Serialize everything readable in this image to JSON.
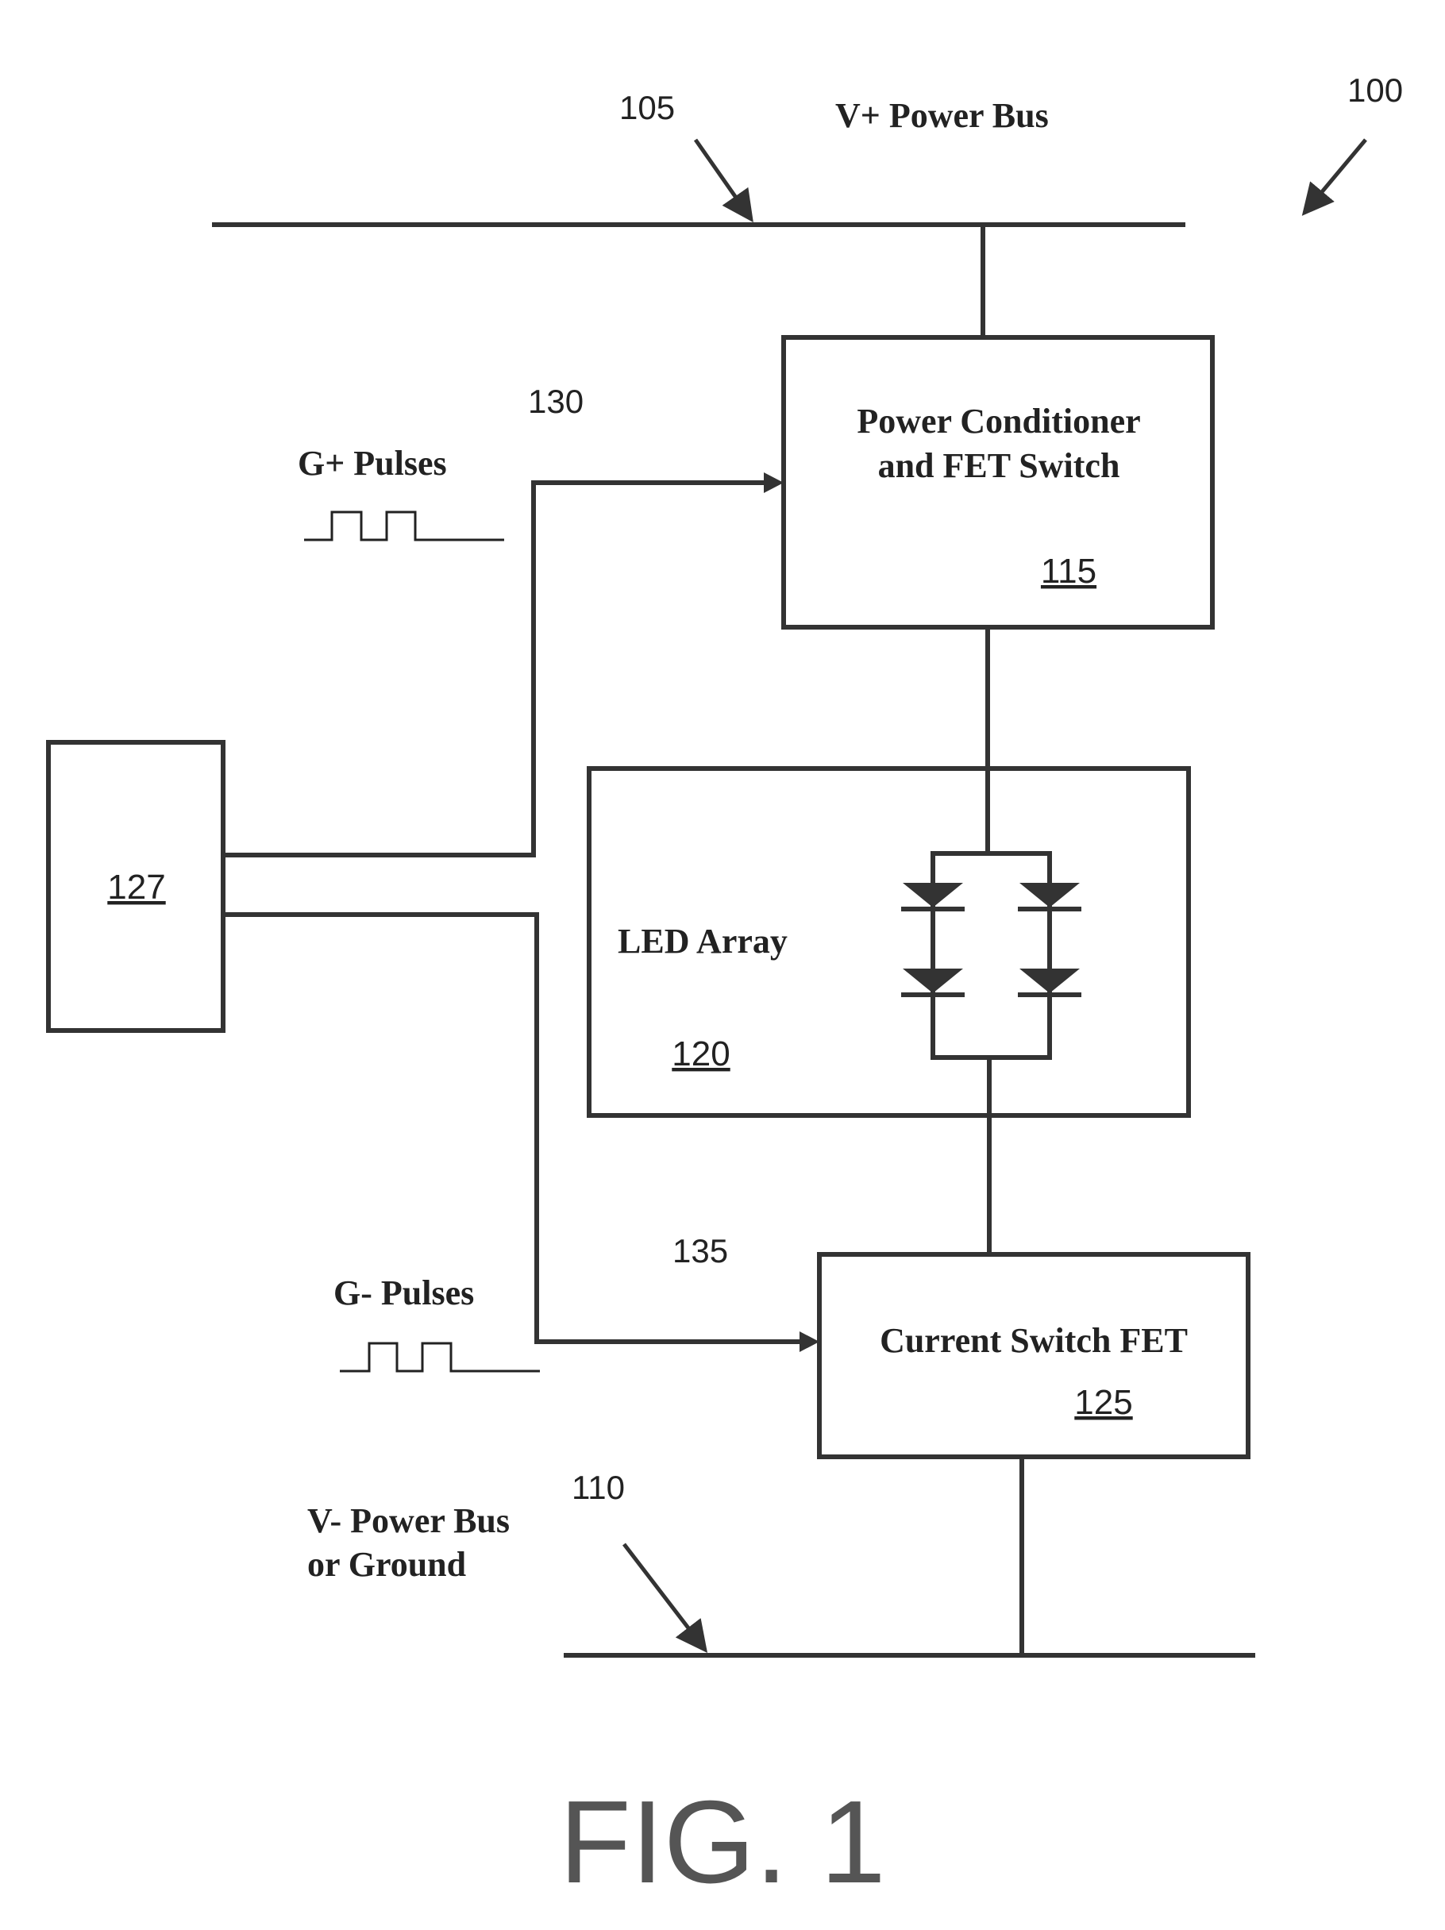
{
  "figure": {
    "caption": "FIG. 1",
    "ref_system": "100"
  },
  "v_plus_bus": {
    "label": "V+ Power Bus",
    "ref": "105"
  },
  "v_minus_bus": {
    "label_line1": "V- Power Bus",
    "label_line2": "or Ground",
    "ref": "110"
  },
  "power_conditioner": {
    "label_line1": "Power Conditioner",
    "label_line2": "and FET Switch",
    "ref": "115"
  },
  "led_array": {
    "label": "LED Array",
    "ref": "120"
  },
  "current_switch": {
    "label": "Current Switch FET",
    "ref": "125"
  },
  "controller": {
    "ref": "127"
  },
  "g_plus": {
    "label": "G+ Pulses",
    "ref": "130"
  },
  "g_minus": {
    "label": "G- Pulses",
    "ref": "135"
  },
  "colors": {
    "line": "#333333",
    "diode_fill": "#333333",
    "text": "#222222"
  }
}
